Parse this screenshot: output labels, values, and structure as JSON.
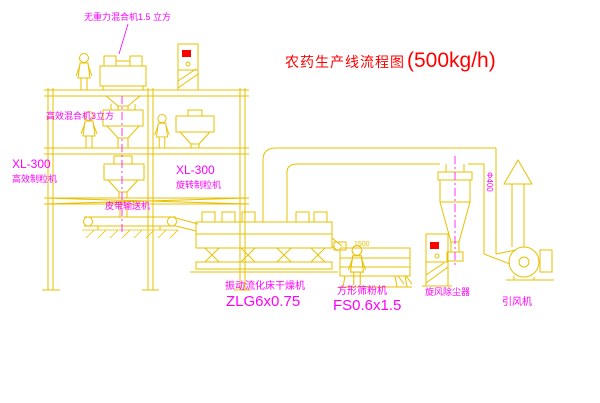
{
  "title": {
    "name": "农药生产线流程图",
    "capacity": "(500kg/h)"
  },
  "equipment": {
    "gravity_mixer": {
      "label": "无重力混合机1.5 立方"
    },
    "efficient_mixer": {
      "label": "高效混合机3立方"
    },
    "granulator_left": {
      "model": "XL-300",
      "label": "高效制粒机"
    },
    "granulator_right": {
      "model": "XL-300",
      "label": "旋转制粒机"
    },
    "belt_conveyor": {
      "label": "皮带输送机"
    },
    "dryer": {
      "label": "振动流化床干燥机",
      "model": "ZLG6x0.75"
    },
    "sieve": {
      "label": "方形筛粉机",
      "model": "FS0.6x1.5",
      "dimension": "1500"
    },
    "cyclone": {
      "label": "旋风除尘器"
    },
    "fan": {
      "label": "引风机"
    },
    "duct": {
      "diameter": "Φ400"
    }
  },
  "colors": {
    "line": "#e7c100",
    "label": "#ff00ff",
    "title": "#ff0000",
    "indicator": "#ff0000",
    "background": "#ffffff"
  }
}
